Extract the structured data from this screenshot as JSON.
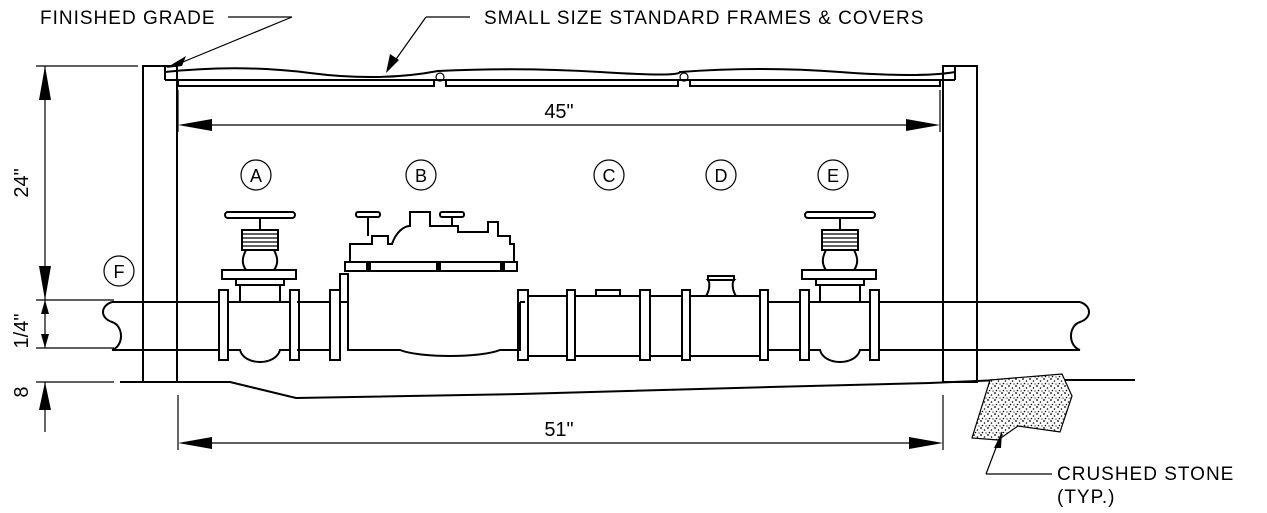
{
  "labels": {
    "finished_grade": "FINISHED GRADE",
    "frames_covers": "SMALL SIZE STANDARD FRAMES & COVERS",
    "crushed_stone_1": "CRUSHED STONE",
    "crushed_stone_2": "(TYP.)"
  },
  "dimensions": {
    "inner_width": "45\"",
    "outer_width": "51\"",
    "height": "24\"",
    "pipe_offset": "1/4\"",
    "base": "8"
  },
  "callouts": {
    "a": "A",
    "b": "B",
    "c": "C",
    "d": "D",
    "e": "E",
    "f": "F"
  }
}
